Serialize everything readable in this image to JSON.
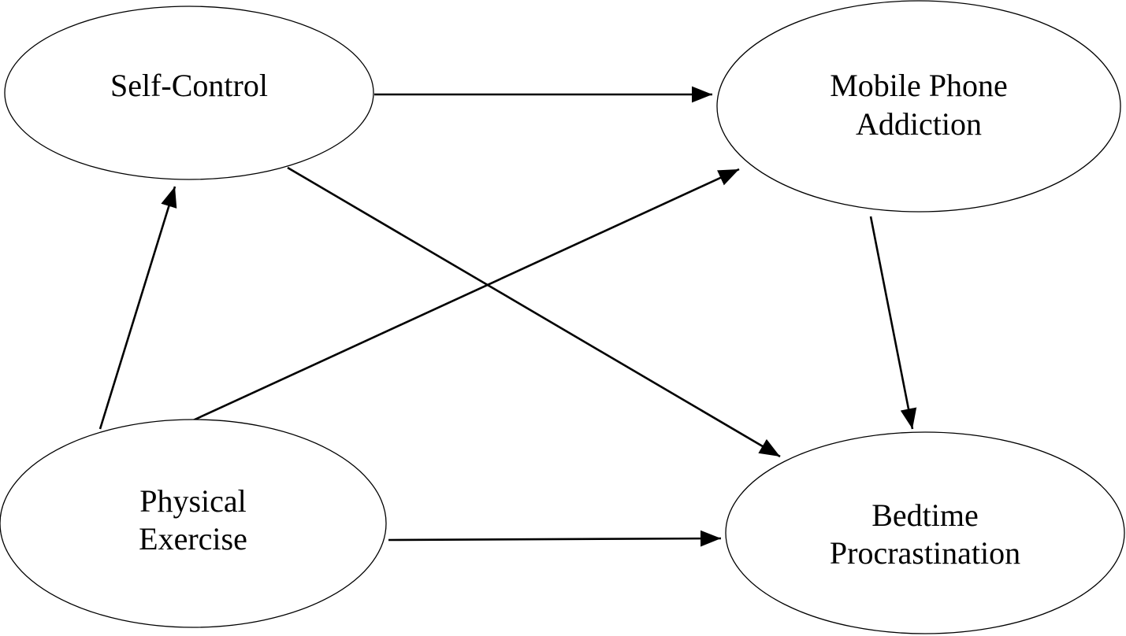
{
  "diagram": {
    "nodes": {
      "self_control": {
        "line1": "Self-Control"
      },
      "mobile_phone_addiction": {
        "line1": "Mobile Phone",
        "line2": "Addiction"
      },
      "physical_exercise": {
        "line1": "Physical",
        "line2": "Exercise"
      },
      "bedtime_procrastination": {
        "line1": "Bedtime",
        "line2": "Procrastination"
      }
    },
    "edges": [
      {
        "from": "self_control",
        "to": "mobile_phone_addiction"
      },
      {
        "from": "self_control",
        "to": "bedtime_procrastination"
      },
      {
        "from": "physical_exercise",
        "to": "self_control"
      },
      {
        "from": "physical_exercise",
        "to": "mobile_phone_addiction"
      },
      {
        "from": "physical_exercise",
        "to": "bedtime_procrastination"
      },
      {
        "from": "mobile_phone_addiction",
        "to": "bedtime_procrastination"
      }
    ],
    "colors": {
      "stroke": "#000000",
      "background": "#ffffff"
    }
  }
}
